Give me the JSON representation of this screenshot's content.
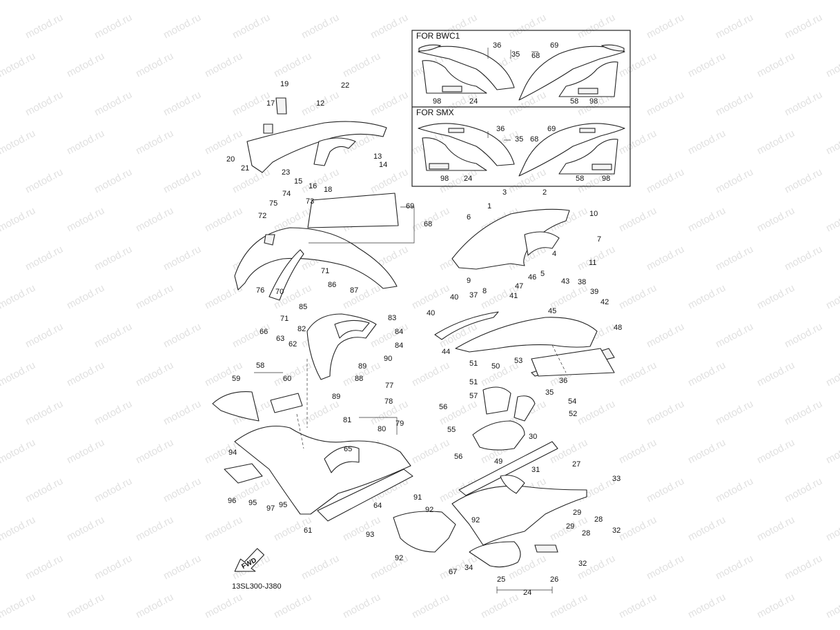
{
  "watermark": "motod.ru",
  "diagram_code": "13SL300-J380",
  "fwd_label": "FWD",
  "variant_boxes": [
    {
      "label": "FOR BWC1"
    },
    {
      "label": "FOR SMX"
    }
  ],
  "callouts": [
    "1",
    "2",
    "3",
    "4",
    "5",
    "6",
    "7",
    "8",
    "9",
    "10",
    "11",
    "12",
    "13",
    "14",
    "15",
    "16",
    "17",
    "18",
    "19",
    "20",
    "21",
    "22",
    "23",
    "24",
    "25",
    "26",
    "27",
    "28",
    "29",
    "30",
    "31",
    "32",
    "33",
    "34",
    "35",
    "36",
    "37",
    "38",
    "39",
    "40",
    "41",
    "42",
    "43",
    "44",
    "45",
    "46",
    "47",
    "48",
    "49",
    "50",
    "51",
    "52",
    "53",
    "54",
    "55",
    "56",
    "57",
    "58",
    "59",
    "60",
    "61",
    "62",
    "63",
    "64",
    "65",
    "66",
    "67",
    "68",
    "69",
    "70",
    "71",
    "72",
    "73",
    "74",
    "75",
    "76",
    "77",
    "78",
    "79",
    "80",
    "81",
    "82",
    "83",
    "84",
    "85",
    "86",
    "87",
    "88",
    "89",
    "90",
    "91",
    "92",
    "93",
    "94",
    "95",
    "96",
    "97",
    "98"
  ],
  "colors": {
    "line": "#222222",
    "watermark": "#c8c8c8",
    "background": "#ffffff"
  }
}
